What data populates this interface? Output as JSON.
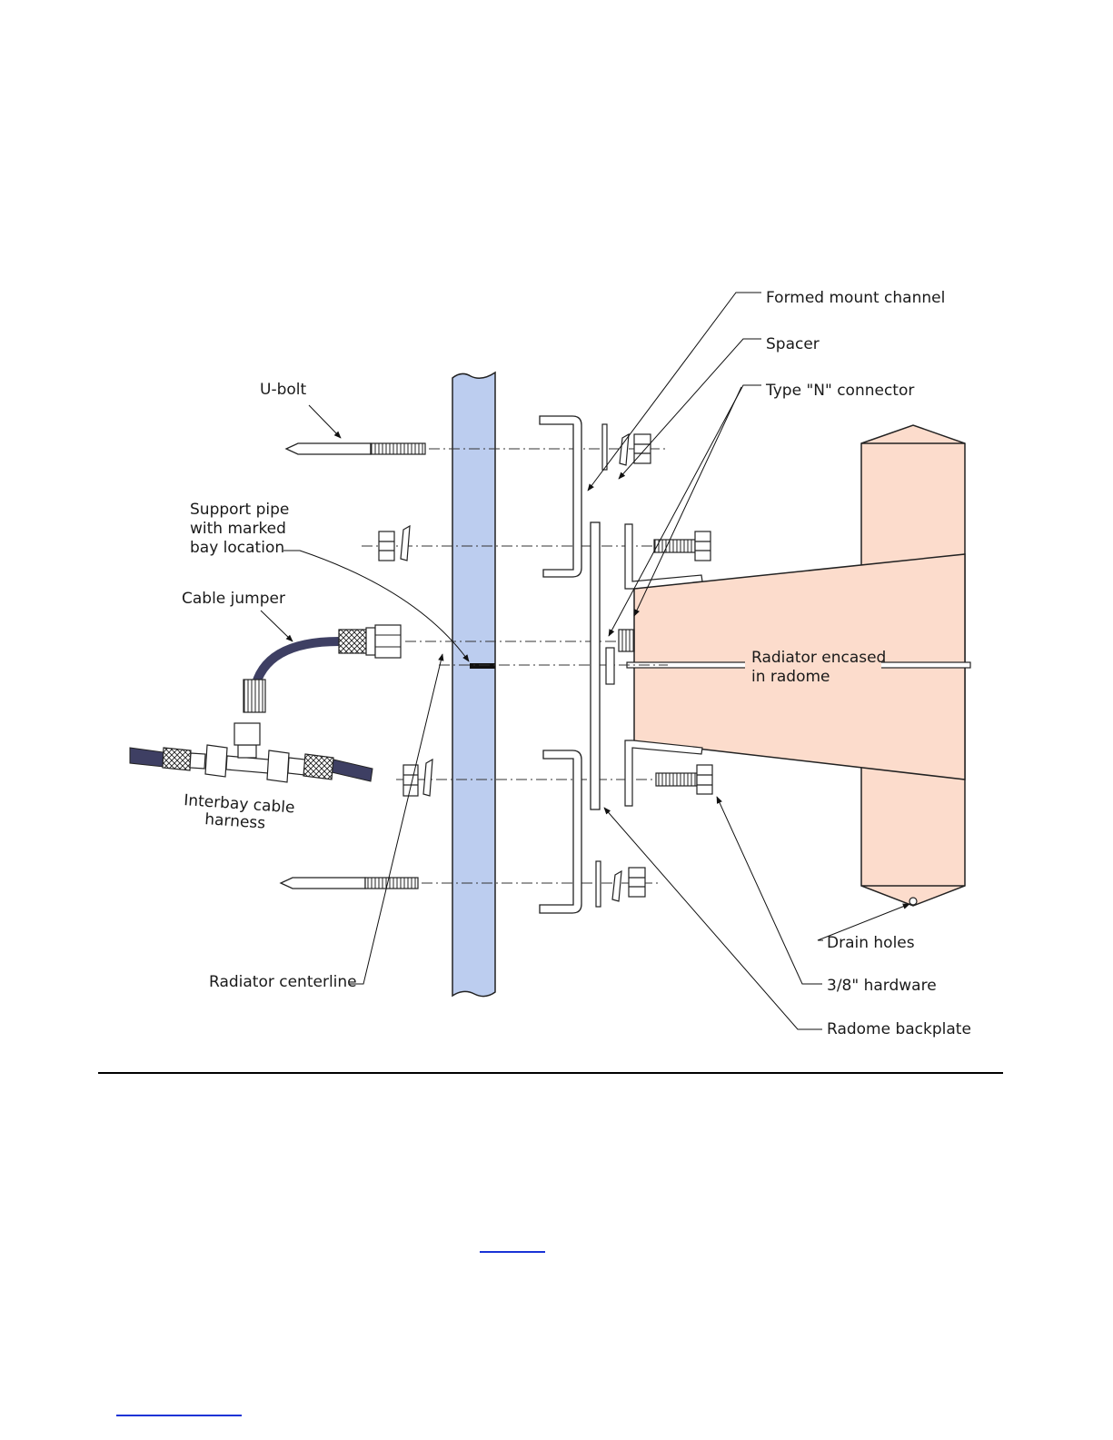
{
  "labels": {
    "formed_mount_channel": "Formed mount channel",
    "spacer": "Spacer",
    "type_n_connector": "Type \"N\" connector",
    "u_bolt": "U-bolt",
    "support_pipe_1": "Support pipe",
    "support_pipe_2": "with marked",
    "support_pipe_3": "bay location",
    "cable_jumper": "Cable jumper",
    "radiator_1": "Radiator encased",
    "radiator_2": "in radome",
    "interbay_1": "Interbay cable",
    "interbay_2": "harness",
    "drain_holes": "Drain holes",
    "hardware": "3/8\" hardware",
    "radiator_centerline": "Radiator centerline",
    "radome_backplate": "Radome backplate"
  },
  "colors": {
    "pipe": "#bccdef",
    "radome": "#fcdccc",
    "cable": "#3e3f63",
    "link": "#1a33d6"
  }
}
